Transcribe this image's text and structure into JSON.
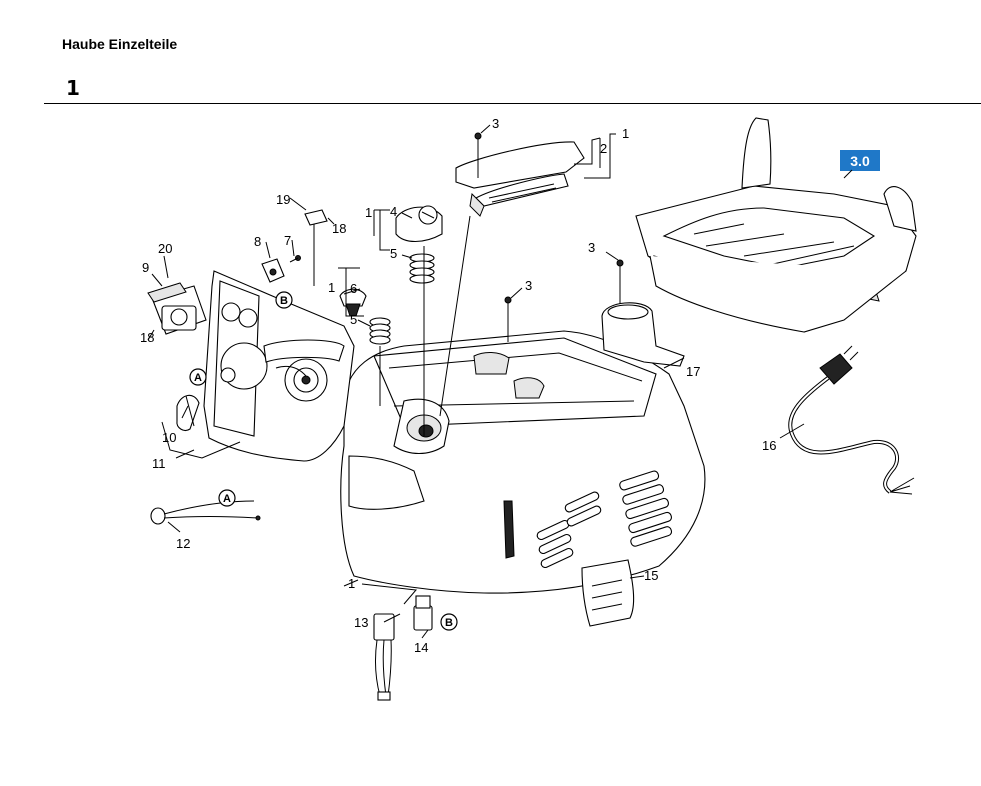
{
  "page": {
    "title": "Haube Einzelteile",
    "section_number": "1"
  },
  "diagram": {
    "reference_badge": {
      "text": "3.0",
      "color": "#1f78c8"
    },
    "labels": {
      "n1_top": "1",
      "n2_top": "2",
      "n3_top": "3",
      "n3_mid": "3",
      "n3_right": "3",
      "n4": "4",
      "n5_upper": "5",
      "n5_lower": "5",
      "n1_left_upper": "1",
      "n1_left_lower": "1",
      "n6": "6",
      "n7": "7",
      "n8": "8",
      "n9": "9",
      "n10": "10",
      "n11": "11",
      "n12": "12",
      "n13": "13",
      "n14": "14",
      "n15": "15",
      "n16": "16",
      "n17": "17",
      "n18_left": "18",
      "n18_upper": "18",
      "n19": "19",
      "n20": "20",
      "n1_bottom": "1"
    },
    "connector_markers": {
      "a1": "A",
      "a2": "A",
      "b1": "B",
      "b2": "B"
    }
  }
}
